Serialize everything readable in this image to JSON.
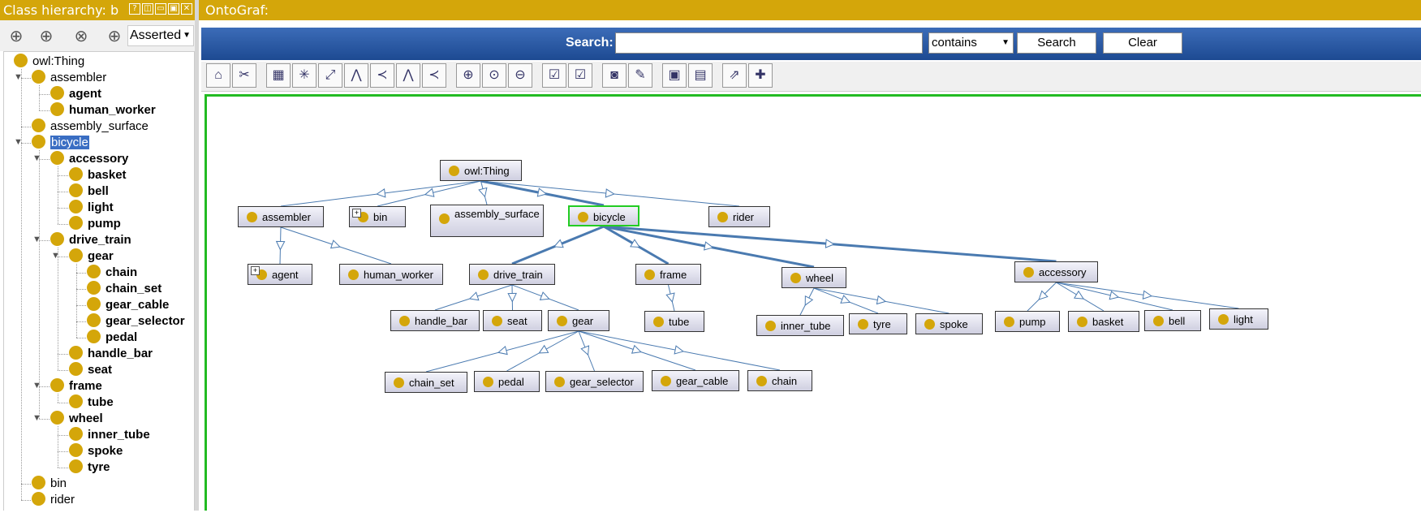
{
  "left_panel": {
    "title": "Class hierarchy: b",
    "title_buttons": [
      "?",
      "◫",
      "▭",
      "▣",
      "✕"
    ],
    "asserted_label": "Asserted",
    "tree": [
      {
        "label": "owl:Thing",
        "level": 0,
        "bold": false
      },
      {
        "label": "assembler",
        "level": 1,
        "bold": false,
        "expanded": true
      },
      {
        "label": "agent",
        "level": 2,
        "bold": true
      },
      {
        "label": "human_worker",
        "level": 2,
        "bold": true
      },
      {
        "label": "assembly_surface",
        "level": 1,
        "bold": false
      },
      {
        "label": "bicycle",
        "level": 1,
        "bold": false,
        "expanded": true,
        "selected": true
      },
      {
        "label": "accessory",
        "level": 2,
        "bold": true,
        "expanded": true
      },
      {
        "label": "basket",
        "level": 3,
        "bold": true
      },
      {
        "label": "bell",
        "level": 3,
        "bold": true
      },
      {
        "label": "light",
        "level": 3,
        "bold": true
      },
      {
        "label": "pump",
        "level": 3,
        "bold": true
      },
      {
        "label": "drive_train",
        "level": 2,
        "bold": true,
        "expanded": true
      },
      {
        "label": "gear",
        "level": 3,
        "bold": true,
        "expanded": true
      },
      {
        "label": "chain",
        "level": 4,
        "bold": true
      },
      {
        "label": "chain_set",
        "level": 4,
        "bold": true
      },
      {
        "label": "gear_cable",
        "level": 4,
        "bold": true
      },
      {
        "label": "gear_selector",
        "level": 4,
        "bold": true
      },
      {
        "label": "pedal",
        "level": 4,
        "bold": true
      },
      {
        "label": "handle_bar",
        "level": 3,
        "bold": true
      },
      {
        "label": "seat",
        "level": 3,
        "bold": true
      },
      {
        "label": "frame",
        "level": 2,
        "bold": true,
        "expanded": true
      },
      {
        "label": "tube",
        "level": 3,
        "bold": true
      },
      {
        "label": "wheel",
        "level": 2,
        "bold": true,
        "expanded": true
      },
      {
        "label": "inner_tube",
        "level": 3,
        "bold": true
      },
      {
        "label": "spoke",
        "level": 3,
        "bold": true
      },
      {
        "label": "tyre",
        "level": 3,
        "bold": true
      },
      {
        "label": "bin",
        "level": 1,
        "bold": false
      },
      {
        "label": "rider",
        "level": 1,
        "bold": false
      }
    ]
  },
  "right_panel": {
    "title": "OntoGraf:",
    "search": {
      "label": "Search:",
      "value": "",
      "mode": "contains",
      "search_button": "Search",
      "clear_button": "Clear"
    }
  },
  "graph": {
    "nodes": [
      {
        "id": "owl_thing",
        "label": "owl:Thing"
      },
      {
        "id": "assembler",
        "label": "assembler"
      },
      {
        "id": "bin",
        "label": "bin",
        "expandable": true
      },
      {
        "id": "assembly_surface",
        "label": "assembly_surface"
      },
      {
        "id": "bicycle",
        "label": "bicycle",
        "focus": true
      },
      {
        "id": "rider",
        "label": "rider"
      },
      {
        "id": "agent",
        "label": "agent",
        "expandable": true
      },
      {
        "id": "human_worker",
        "label": "human_worker"
      },
      {
        "id": "drive_train",
        "label": "drive_train"
      },
      {
        "id": "frame",
        "label": "frame"
      },
      {
        "id": "wheel",
        "label": "wheel"
      },
      {
        "id": "accessory",
        "label": "accessory"
      },
      {
        "id": "handle_bar",
        "label": "handle_bar"
      },
      {
        "id": "seat",
        "label": "seat"
      },
      {
        "id": "gear",
        "label": "gear"
      },
      {
        "id": "tube",
        "label": "tube"
      },
      {
        "id": "inner_tube",
        "label": "inner_tube"
      },
      {
        "id": "tyre",
        "label": "tyre"
      },
      {
        "id": "spoke",
        "label": "spoke"
      },
      {
        "id": "pump",
        "label": "pump"
      },
      {
        "id": "basket",
        "label": "basket"
      },
      {
        "id": "bell",
        "label": "bell"
      },
      {
        "id": "light",
        "label": "light"
      },
      {
        "id": "chain_set",
        "label": "chain_set"
      },
      {
        "id": "pedal",
        "label": "pedal"
      },
      {
        "id": "gear_selector",
        "label": "gear_selector"
      },
      {
        "id": "gear_cable",
        "label": "gear_cable"
      },
      {
        "id": "chain",
        "label": "chain"
      }
    ],
    "edges": [
      [
        "owl_thing",
        "assembler"
      ],
      [
        "owl_thing",
        "bin"
      ],
      [
        "owl_thing",
        "assembly_surface"
      ],
      [
        "owl_thing",
        "bicycle"
      ],
      [
        "owl_thing",
        "rider"
      ],
      [
        "assembler",
        "agent"
      ],
      [
        "assembler",
        "human_worker"
      ],
      [
        "bicycle",
        "drive_train"
      ],
      [
        "bicycle",
        "frame"
      ],
      [
        "bicycle",
        "wheel"
      ],
      [
        "bicycle",
        "accessory"
      ],
      [
        "drive_train",
        "handle_bar"
      ],
      [
        "drive_train",
        "seat"
      ],
      [
        "drive_train",
        "gear"
      ],
      [
        "frame",
        "tube"
      ],
      [
        "wheel",
        "inner_tube"
      ],
      [
        "wheel",
        "tyre"
      ],
      [
        "wheel",
        "spoke"
      ],
      [
        "accessory",
        "pump"
      ],
      [
        "accessory",
        "basket"
      ],
      [
        "accessory",
        "bell"
      ],
      [
        "accessory",
        "light"
      ],
      [
        "gear",
        "chain_set"
      ],
      [
        "gear",
        "pedal"
      ],
      [
        "gear",
        "gear_selector"
      ],
      [
        "gear",
        "gear_cable"
      ],
      [
        "gear",
        "chain"
      ]
    ],
    "bold_edges": [
      [
        "owl_thing",
        "bicycle"
      ],
      [
        "bicycle",
        "drive_train"
      ],
      [
        "bicycle",
        "frame"
      ],
      [
        "bicycle",
        "wheel"
      ],
      [
        "bicycle",
        "accessory"
      ]
    ],
    "edge_color": "#4a7ab0"
  },
  "colors": {
    "accent": "#d4a60a",
    "selection": "#3a6ec3",
    "focus": "#22cc22"
  }
}
